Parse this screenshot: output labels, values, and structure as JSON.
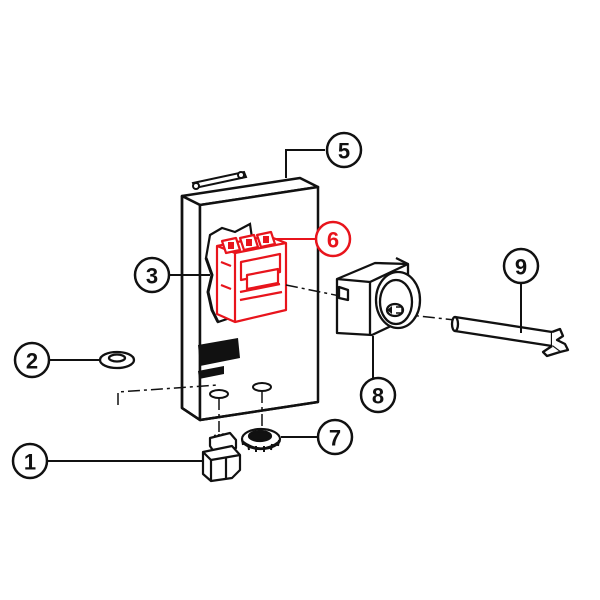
{
  "diagram": {
    "colors": {
      "line": "#111111",
      "highlight": "#e8141c",
      "background": "#ffffff"
    },
    "callouts": [
      {
        "id": "1",
        "label": "1",
        "highlight": false
      },
      {
        "id": "2",
        "label": "2",
        "highlight": false
      },
      {
        "id": "3",
        "label": "3",
        "highlight": false
      },
      {
        "id": "5",
        "label": "5",
        "highlight": false
      },
      {
        "id": "6",
        "label": "6",
        "highlight": true
      },
      {
        "id": "7",
        "label": "7",
        "highlight": false
      },
      {
        "id": "8",
        "label": "8",
        "highlight": false
      },
      {
        "id": "9",
        "label": "9",
        "highlight": false
      }
    ]
  }
}
